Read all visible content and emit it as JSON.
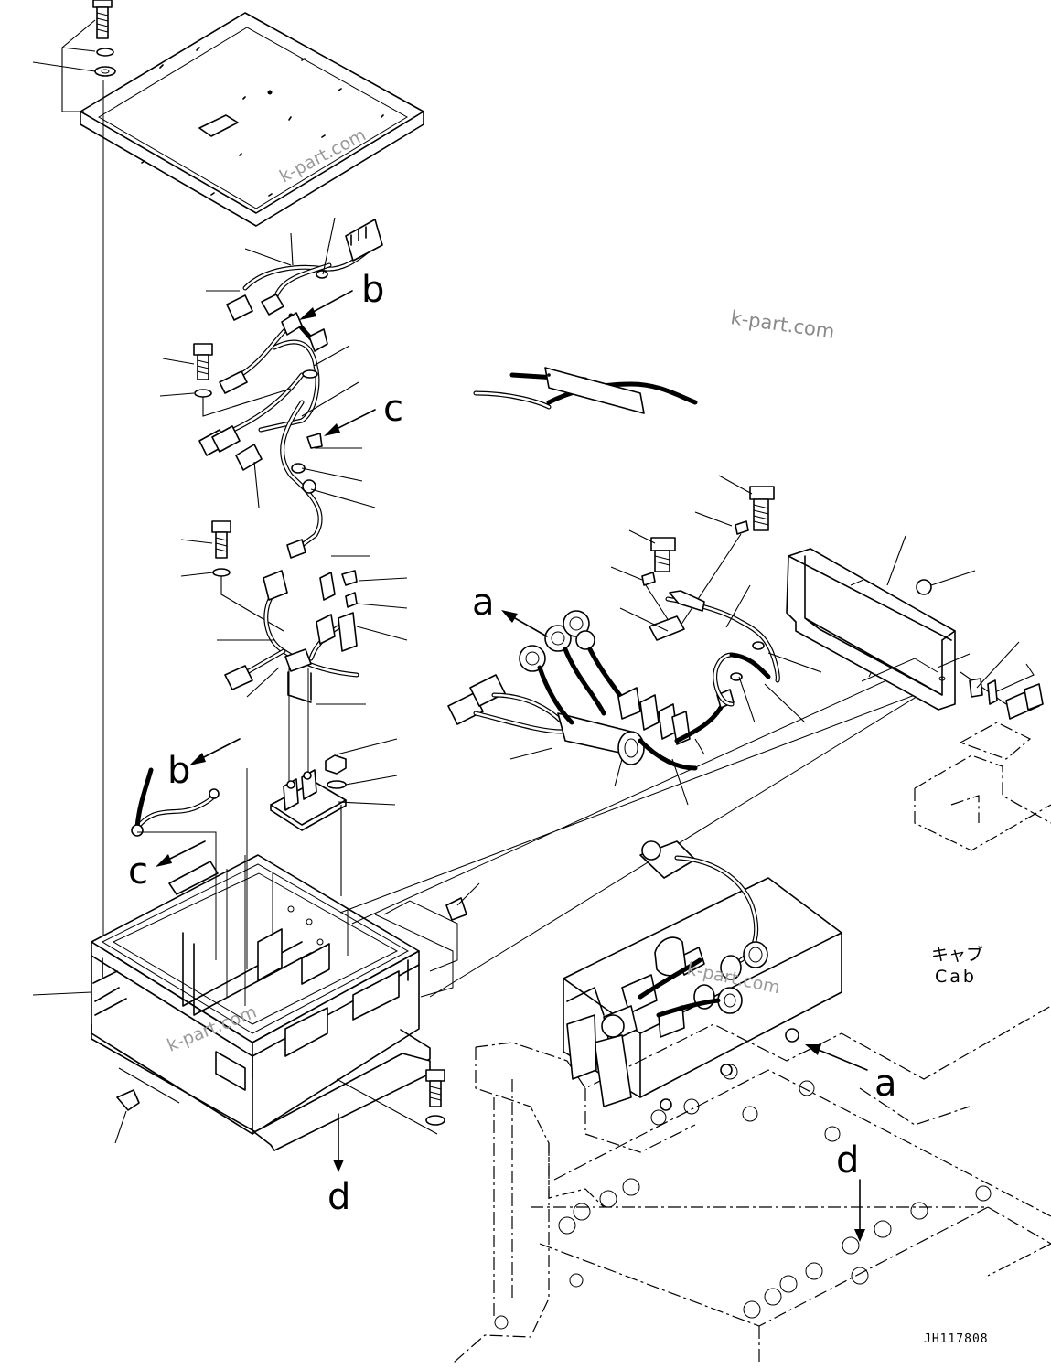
{
  "diagram": {
    "title": "",
    "labels": {
      "a_top": "a",
      "a_bottom": "a",
      "b_top": "b",
      "b_left": "b",
      "c_top": "c",
      "c_left": "c",
      "d_bottom": "d",
      "d_right": "d"
    },
    "cab_label_jp": "キャブ",
    "cab_label_en": "Cab",
    "drawing_code": "JH117808",
    "watermarks": [
      "k-part.com",
      "k-part.com",
      "k-part.com",
      "k-part.com"
    ]
  }
}
